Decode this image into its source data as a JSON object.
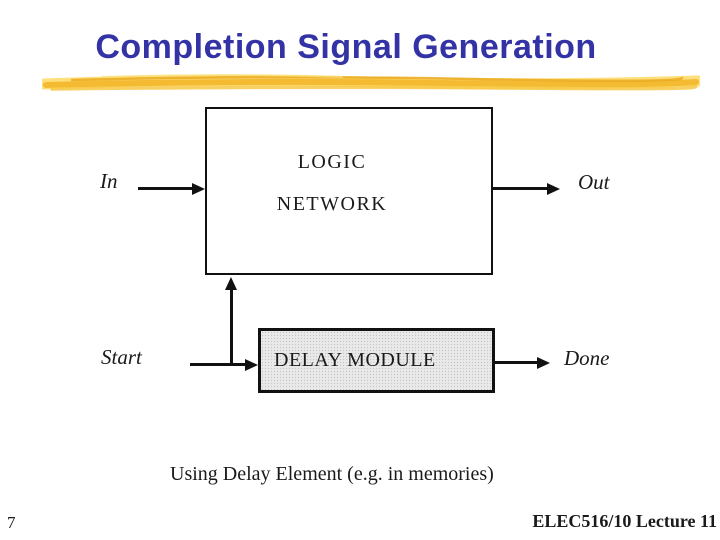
{
  "slide": {
    "title": "Completion Signal Generation",
    "caption": "Using Delay Element (e.g. in memories)",
    "page_number": "7",
    "footer": "ELEC516/10 Lecture 11"
  },
  "diagram": {
    "logic_box": {
      "line1": "LOGIC",
      "line2": "NETWORK"
    },
    "delay_box": {
      "label": "DELAY MODULE"
    },
    "signals": {
      "in": "In",
      "out": "Out",
      "start": "Start",
      "done": "Done"
    }
  },
  "colors": {
    "title_blue": "#3333A6",
    "brush_gold": "#F3B72E",
    "brush_light_gold": "#FFD44F",
    "brush_dark_gold": "#E8A81C",
    "line_black": "#111111",
    "delay_fill_gray": "#E9E9E9",
    "background": "#FFFFFF"
  }
}
